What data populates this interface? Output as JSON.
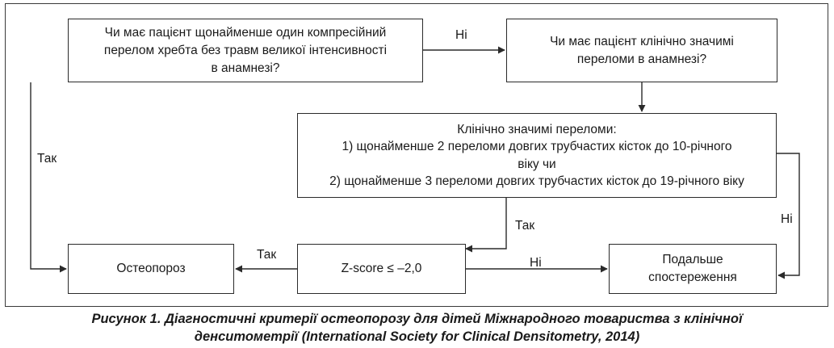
{
  "nodes": {
    "q_vertebral": {
      "lines": [
        "Чи має пацієнт щонайменше один компресійний",
        "перелом хребта без травм великої інтенсивності",
        "в анамнезі?"
      ]
    },
    "q_significant": {
      "lines": [
        "Чи має пацієнт клінічно значимі",
        "переломи в анамнезі?"
      ]
    },
    "criteria": {
      "lines": [
        "Клінічно значимі переломи:",
        "1) щонайменше 2 переломи довгих трубчастих кісток до 10-річного",
        "віку чи",
        "2) щонайменше 3 переломи довгих трубчастих кісток до 19-річного віку"
      ]
    },
    "zscore": {
      "lines": [
        "Z-score ≤ –2,0"
      ]
    },
    "osteoporosis": {
      "lines": [
        "Остеопороз"
      ]
    },
    "followup": {
      "lines": [
        "Подальше",
        "спостереження"
      ]
    }
  },
  "edge_labels": {
    "no_top": "Ні",
    "yes_left": "Так",
    "yes_criteria": "Так",
    "no_right": "Ні",
    "yes_zscore": "Так",
    "no_zscore": "Ні"
  },
  "caption": {
    "lines": [
      "Рисунок 1. Діагностичні критерії остеопорозу для дітей Міжнародного товариства з клінічної",
      "денситометрії (International Society for Clinical Densitometry, 2014)"
    ]
  }
}
